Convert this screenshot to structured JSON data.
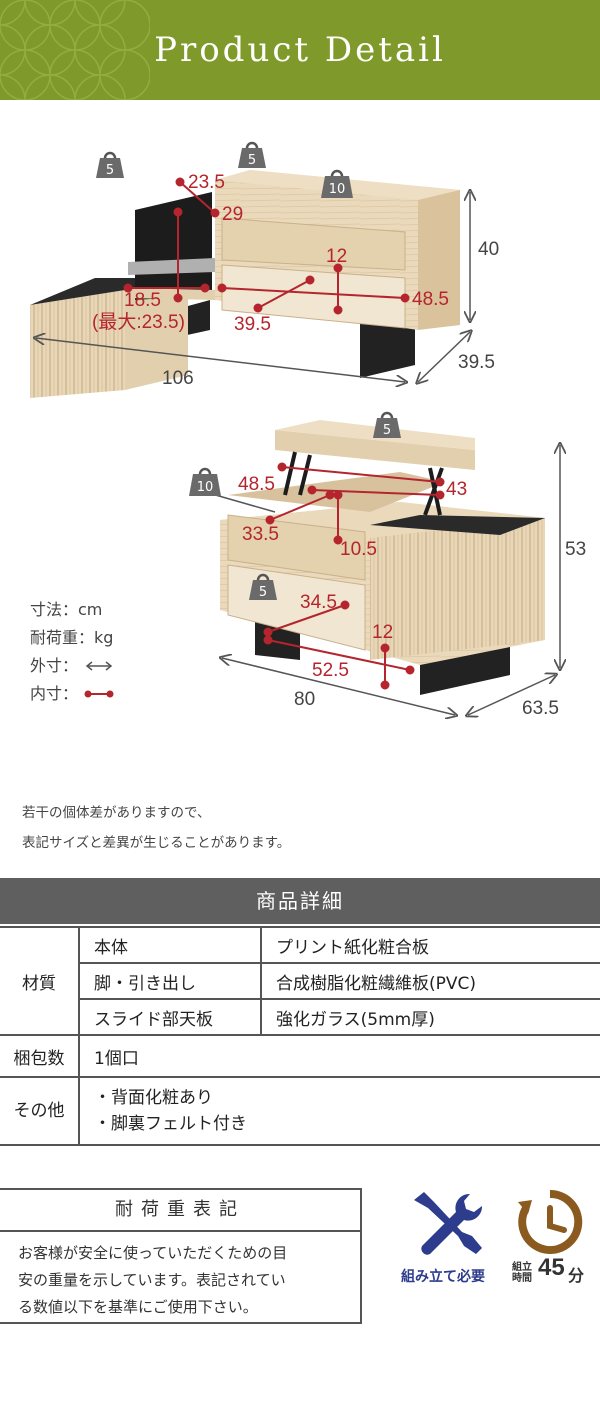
{
  "header": {
    "title": "Product Detail"
  },
  "top_view": {
    "weights": [
      "5",
      "5",
      "10"
    ],
    "dims": {
      "d23_5": "23.5",
      "d29": "29",
      "d12": "12",
      "d40": "40",
      "d18_5": "18.5",
      "d_max": "(最大:23.5)",
      "d39_5_inner": "39.5",
      "d48_5": "48.5",
      "d106": "106",
      "d39_5": "39.5"
    }
  },
  "bottom_view": {
    "weights": [
      "5",
      "10",
      "5"
    ],
    "dims": {
      "d48_5": "48.5",
      "d43": "43",
      "d33_5": "33.5",
      "d10_5": "10.5",
      "d53": "53",
      "d34_5": "34.5",
      "d12": "12",
      "d52_5": "52.5",
      "d80": "80",
      "d63_5": "63.5"
    }
  },
  "legend": {
    "size": "寸法：cm",
    "load": "耐荷重：kg",
    "outer": "外寸：",
    "inner": "内寸："
  },
  "note": {
    "line1": "若干の個体差がありますので、",
    "line2": "表記サイズと差異が生じることがあります。"
  },
  "spec": {
    "title": "商品詳細",
    "material_head": "材質",
    "rows": [
      {
        "sub": "本体",
        "val": "プリント紙化粧合板"
      },
      {
        "sub": "脚・引き出し",
        "val": "合成樹脂化粧繊維板(PVC)"
      },
      {
        "sub": "スライド部天板",
        "val": "強化ガラス(5mm厚)"
      }
    ],
    "pack_head": "梱包数",
    "pack_val": "1個口",
    "other_head": "その他",
    "other_line1": "・背面化粧あり",
    "other_line2": "・脚裏フェルト付き"
  },
  "load_box": {
    "title": "耐荷重表記",
    "line1": "お客様が安全に使っていただくための目",
    "line2": "安の重量を示しています。表記されてい",
    "line3": "る数値以下を基準にご使用下さい。"
  },
  "assembly": {
    "label": "組み立て必要"
  },
  "time": {
    "small1": "組立",
    "small2": "時間",
    "num": "45",
    "unit": "分"
  },
  "colors": {
    "header": "#7f9a2a",
    "dim_red": "#b4252e",
    "wood": "#e6d3b3",
    "black": "#1e1e1e",
    "navy": "#2d3c8c"
  }
}
